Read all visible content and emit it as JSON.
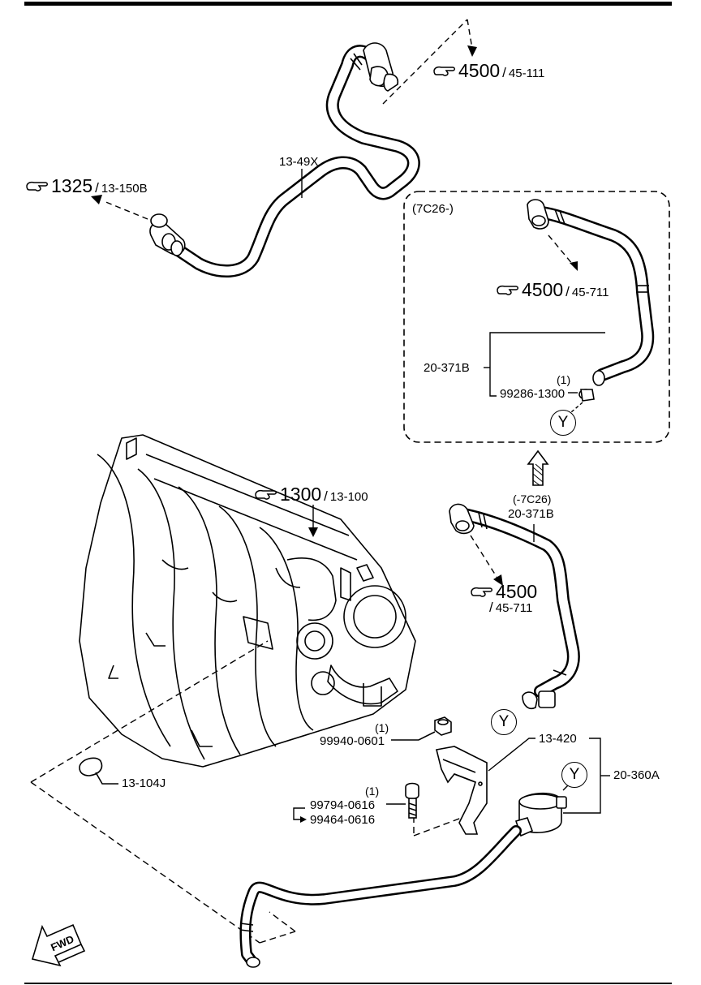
{
  "refs": {
    "r1": {
      "num": "4500",
      "page": "45-111"
    },
    "r2": {
      "num": "1325",
      "page": "13-150B"
    },
    "r3": {
      "num": "4500",
      "page": "45-711"
    },
    "r4": {
      "num": "1300",
      "page": "13-100"
    },
    "r5": {
      "num": "4500",
      "page": "45-711"
    }
  },
  "parts": {
    "hose_top": "13-49X",
    "inset_code": "(7C26-)",
    "inset_hose": "20-371B",
    "inset_qty": "(1)",
    "inset_clamp": "99286-1300",
    "mid_code": "(-7C26)",
    "mid_hose": "20-371B",
    "nut_qty": "(1)",
    "nut": "99940-0601",
    "bracket": "13-420",
    "valve_assy": "20-360A",
    "bolt_qty": "(1)",
    "bolt_a": "99794-0616",
    "bolt_b": "99464-0616",
    "plug": "13-104J"
  },
  "markers": {
    "joint": "Y"
  },
  "fwd": "FWD"
}
